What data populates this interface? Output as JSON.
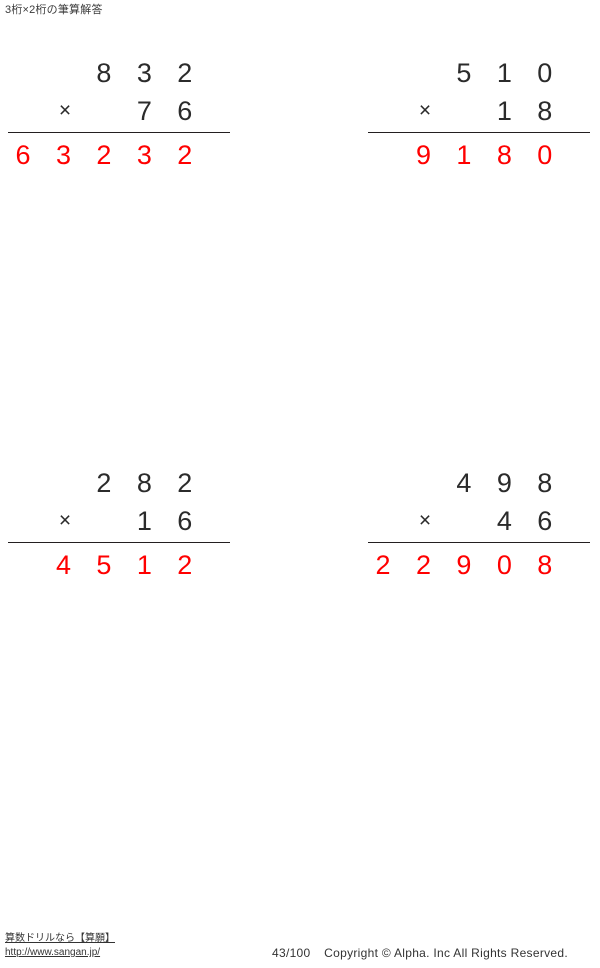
{
  "title": "3桁×2桁の筆算解答",
  "operator_symbol": "×",
  "answer_color": "#ff0000",
  "operand_color": "#2b2b2b",
  "problems": [
    {
      "id": "problem-1",
      "position": "top-left",
      "multiplicand": "832",
      "multiplier": "76",
      "answer": "63232",
      "multiplicand_cells": [
        "",
        "",
        "8",
        "3",
        "2"
      ],
      "multiplier_cells": [
        "",
        "",
        "",
        "7",
        "6"
      ],
      "answer_cells": [
        "6",
        "3",
        "2",
        "3",
        "2"
      ]
    },
    {
      "id": "problem-2",
      "position": "top-right",
      "multiplicand": "510",
      "multiplier": "18",
      "answer": "9180",
      "multiplicand_cells": [
        "",
        "",
        "5",
        "1",
        "0"
      ],
      "multiplier_cells": [
        "",
        "",
        "",
        "1",
        "8"
      ],
      "answer_cells": [
        "",
        "9",
        "1",
        "8",
        "0"
      ]
    },
    {
      "id": "problem-3",
      "position": "bottom-left",
      "multiplicand": "282",
      "multiplier": "16",
      "answer": "4512",
      "multiplicand_cells": [
        "",
        "",
        "2",
        "8",
        "2"
      ],
      "multiplier_cells": [
        "",
        "",
        "",
        "1",
        "6"
      ],
      "answer_cells": [
        "",
        "4",
        "5",
        "1",
        "2"
      ]
    },
    {
      "id": "problem-4",
      "position": "bottom-right",
      "multiplicand": "498",
      "multiplier": "46",
      "answer": "22908",
      "multiplicand_cells": [
        "",
        "",
        "4",
        "9",
        "8"
      ],
      "multiplier_cells": [
        "",
        "",
        "",
        "4",
        "6"
      ],
      "answer_cells": [
        "2",
        "2",
        "9",
        "0",
        "8"
      ]
    }
  ],
  "footer": {
    "site_label": "算数ドリルなら【算願】",
    "url": "http://www.sangan.jp/",
    "page": "43/100",
    "copyright": "Copyright © Alpha. Inc All Rights Reserved."
  }
}
